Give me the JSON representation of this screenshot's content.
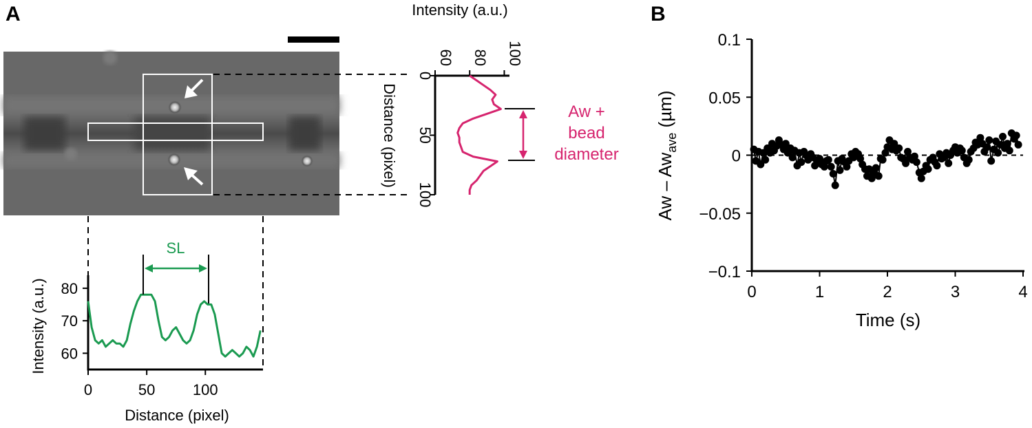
{
  "panels": {
    "a_label": "A",
    "b_label": "B"
  },
  "colors": {
    "green": "#1a9a50",
    "magenta": "#d6246e",
    "black": "#000000",
    "micrograph": "#6a6a6a"
  },
  "micrograph": {
    "has_scale_bar": true,
    "arrows": 2
  },
  "annotations": {
    "sl": "SL",
    "aw_line1": "Aw +",
    "aw_line2": "bead",
    "aw_line3": "diameter"
  },
  "chart_data": [
    {
      "id": "horizontal-profile",
      "type": "line",
      "xlabel": "Distance (pixel)",
      "ylabel": "Intensity (a.u.)",
      "xlim": [
        0,
        148
      ],
      "ylim": [
        55,
        84
      ],
      "xticks": [
        0,
        50,
        100
      ],
      "yticks": [
        60,
        70,
        80
      ],
      "color": "#1a9a50",
      "x": [
        0,
        3,
        6,
        9,
        12,
        15,
        18,
        21,
        24,
        27,
        30,
        33,
        36,
        39,
        42,
        45,
        48,
        51,
        54,
        57,
        60,
        63,
        66,
        69,
        72,
        75,
        78,
        81,
        84,
        87,
        90,
        93,
        96,
        99,
        102,
        105,
        108,
        111,
        114,
        117,
        120,
        123,
        126,
        129,
        132,
        135,
        138,
        141,
        144,
        147
      ],
      "y": [
        76,
        68,
        64,
        63,
        64,
        62,
        63,
        64,
        63,
        63,
        62,
        64,
        69,
        73,
        76,
        78,
        78,
        78,
        78,
        76,
        70,
        65,
        64,
        65,
        67,
        68,
        66,
        64,
        63,
        64,
        67,
        72,
        75,
        76,
        75,
        75,
        72,
        66,
        60,
        59,
        60,
        61,
        60,
        59,
        60,
        62,
        61,
        59,
        62,
        67
      ]
    },
    {
      "id": "vertical-profile",
      "type": "line",
      "xlabel": "Intensity (a.u.)",
      "ylabel": "Distance (pixel)",
      "xlim": [
        60,
        103
      ],
      "ylim": [
        0,
        100
      ],
      "xticks": [
        60,
        80,
        100
      ],
      "yticks": [
        0,
        50,
        100
      ],
      "color": "#d6246e",
      "distance": [
        0,
        4,
        8,
        12,
        16,
        20,
        24,
        28,
        32,
        36,
        40,
        44,
        48,
        52,
        56,
        60,
        64,
        68,
        72,
        76,
        80,
        84,
        88,
        92,
        96,
        100
      ],
      "intensity": [
        80,
        84,
        88,
        92,
        95,
        93,
        94,
        98,
        90,
        82,
        76,
        74,
        73,
        74,
        74,
        75,
        76,
        82,
        96,
        92,
        88,
        86,
        84,
        81,
        80,
        80
      ]
    },
    {
      "id": "aw-timeseries",
      "type": "scatter",
      "xlabel": "Time (s)",
      "ylabel_main": "Aw – Aw",
      "ylabel_sub": "ave",
      "ylabel_tail": " (µm)",
      "xlim": [
        0,
        4
      ],
      "ylim": [
        -0.1,
        0.1
      ],
      "xticks": [
        0,
        1,
        2,
        3,
        4
      ],
      "xtick_labels": [
        "0",
        "1",
        "2",
        "3",
        "4"
      ],
      "yticks": [
        -0.1,
        -0.05,
        0,
        0.05,
        0.1
      ],
      "ytick_labels": [
        "−0.1",
        "−0.05",
        "0",
        "0.05",
        "0.1"
      ],
      "reference_line_y": 0,
      "color": "#000000",
      "x": [
        0.03,
        0.06,
        0.1,
        0.13,
        0.17,
        0.2,
        0.23,
        0.27,
        0.3,
        0.33,
        0.37,
        0.4,
        0.43,
        0.47,
        0.5,
        0.53,
        0.57,
        0.6,
        0.63,
        0.67,
        0.7,
        0.73,
        0.77,
        0.8,
        0.83,
        0.87,
        0.9,
        0.93,
        0.97,
        1.0,
        1.03,
        1.07,
        1.1,
        1.13,
        1.17,
        1.2,
        1.23,
        1.27,
        1.3,
        1.33,
        1.37,
        1.4,
        1.43,
        1.47,
        1.5,
        1.53,
        1.57,
        1.6,
        1.63,
        1.67,
        1.7,
        1.73,
        1.77,
        1.8,
        1.83,
        1.87,
        1.9,
        1.93,
        1.97,
        2.0,
        2.03,
        2.07,
        2.1,
        2.13,
        2.17,
        2.2,
        2.23,
        2.27,
        2.3,
        2.33,
        2.37,
        2.4,
        2.43,
        2.47,
        2.5,
        2.53,
        2.57,
        2.6,
        2.63,
        2.67,
        2.7,
        2.73,
        2.77,
        2.8,
        2.83,
        2.87,
        2.9,
        2.93,
        2.97,
        3.0,
        3.03,
        3.07,
        3.1,
        3.13,
        3.17,
        3.2,
        3.23,
        3.27,
        3.3,
        3.33,
        3.37,
        3.4,
        3.43,
        3.47,
        3.5,
        3.53,
        3.57,
        3.6,
        3.63,
        3.67,
        3.7,
        3.73,
        3.77,
        3.8,
        3.83,
        3.87,
        3.9,
        3.93
      ],
      "y": [
        0.005,
        -0.005,
        0.003,
        -0.008,
        0.002,
        -0.004,
        0.006,
        0.002,
        0.01,
        0.004,
        0.008,
        0.013,
        0.009,
        0.005,
        0.01,
        0.002,
        0.006,
        -0.002,
        0.004,
        -0.009,
        0.002,
        -0.006,
        0.003,
        0.0,
        -0.004,
        0.001,
        -0.002,
        -0.009,
        -0.005,
        -0.003,
        -0.008,
        -0.01,
        -0.005,
        -0.004,
        -0.01,
        -0.016,
        -0.026,
        -0.005,
        -0.013,
        -0.003,
        -0.006,
        -0.01,
        -0.005,
        0.001,
        -0.002,
        0.003,
        0.001,
        -0.003,
        -0.008,
        -0.012,
        -0.018,
        -0.012,
        -0.02,
        -0.015,
        -0.011,
        -0.018,
        -0.003,
        -0.004,
        0.002,
        0.007,
        0.013,
        0.005,
        0.01,
        0.004,
        0.006,
        -0.002,
        -0.003,
        -0.007,
        0.003,
        -0.002,
        -0.004,
        -0.001,
        -0.006,
        -0.015,
        -0.02,
        -0.014,
        -0.009,
        -0.012,
        -0.004,
        -0.002,
        -0.006,
        -0.009,
        0.001,
        -0.003,
        -0.002,
        0.002,
        -0.007,
        0.0,
        0.004,
        0.007,
        0.002,
        0.006,
        0.004,
        -0.002,
        -0.007,
        -0.004,
        0.003,
        0.006,
        0.011,
        0.009,
        0.015,
        0.01,
        0.003,
        0.007,
        0.013,
        -0.005,
        0.005,
        0.012,
        0.002,
        0.009,
        0.016,
        0.006,
        0.01,
        0.004,
        0.019,
        0.014,
        0.017,
        0.009
      ]
    }
  ]
}
